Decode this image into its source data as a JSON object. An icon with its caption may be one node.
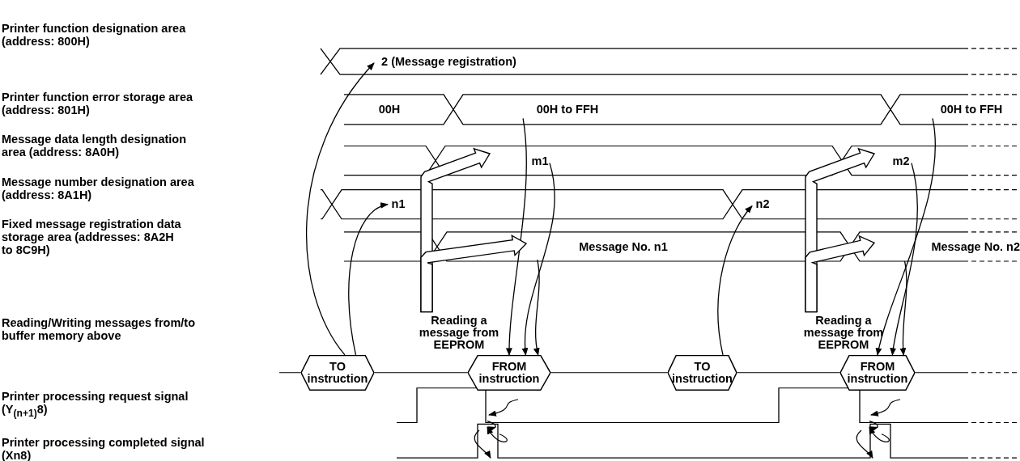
{
  "diagram": {
    "nodes": [
      {
        "text": [
          "2 (Message registration)"
        ]
      },
      {
        "text": [
          "00H"
        ]
      },
      {
        "text": [
          "00H to FFH"
        ]
      },
      {
        "text": [
          "00H to FFH"
        ]
      },
      {
        "text": [
          "m1"
        ]
      },
      {
        "text": [
          "m2"
        ]
      },
      {
        "text": [
          "n1"
        ]
      },
      {
        "text": [
          "n2"
        ]
      },
      {
        "text": [
          "Message No. n1"
        ]
      },
      {
        "text": [
          "Message No. n2"
        ]
      },
      {
        "text": [
          "Reading a message from EEPROM"
        ]
      },
      {
        "text": [
          "Reading a message from EEPROM"
        ]
      },
      {
        "text": [
          "TO instruction"
        ]
      },
      {
        "text": [
          "FROM instruction"
        ]
      },
      {
        "text": [
          "TO instruction"
        ]
      },
      {
        "text": [
          "FROM instruction"
        ]
      }
    ],
    "edges": [
      {
        "from": 12,
        "to": 0,
        "arrow": "to"
      },
      {
        "from": 12,
        "to": 6,
        "arrow": "to"
      },
      {
        "from": 2,
        "to": 13,
        "arrow": "to"
      },
      {
        "from": 4,
        "to": 13,
        "arrow": "to"
      },
      {
        "from": 8,
        "to": 13,
        "arrow": "to"
      },
      {
        "from": 10,
        "to": 4,
        "arrow": "to",
        "style": "thick"
      },
      {
        "from": 10,
        "to": 8,
        "arrow": "to",
        "style": "thick"
      },
      {
        "from": 14,
        "to": 7,
        "arrow": "to"
      },
      {
        "from": 3,
        "to": 15,
        "arrow": "to"
      },
      {
        "from": 5,
        "to": 15,
        "arrow": "to"
      },
      {
        "from": 9,
        "to": 15,
        "arrow": "to"
      },
      {
        "from": 11,
        "to": 5,
        "arrow": "to",
        "style": "thick"
      },
      {
        "from": 11,
        "to": 9,
        "arrow": "to",
        "style": "thick"
      }
    ],
    "labels": [
      "Printer function designation area (address: 800H)",
      "Printer function error storage area (address: 801H)",
      "Message data length designation area (address: 8A0H)",
      "Message number designation area (address: 8A1H)",
      "Fixed message registration data storage area (addresses: 8A2H to 8C9H)",
      "Reading/Writing messages from/to buffer memory above",
      "Printer processing request signal (Y$_{(n+1)}$8)",
      "Printer processing completed signal (Xn8)"
    ]
  }
}
